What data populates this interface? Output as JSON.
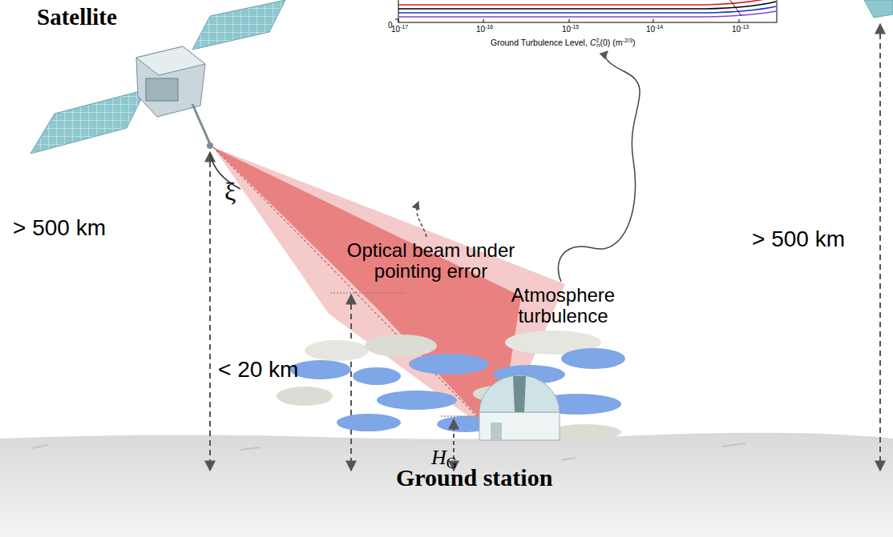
{
  "diagram": {
    "labels": [
      "Satellite",
      "0",
      "10",
      "-17",
      "10",
      "-16",
      "10",
      "-15",
      "10",
      "-14",
      "10",
      "-13",
      "Ground Turbulence Level,",
      "C",
      "2",
      "n",
      "(0) (m",
      "-2/3",
      ")",
      "Optical beam under pointing error",
      "Atmosphere turbulence",
      "ξ",
      "> 500 km",
      "< 20 km",
      "H",
      "G",
      "Ground station",
      "> 500 km"
    ]
  }
}
